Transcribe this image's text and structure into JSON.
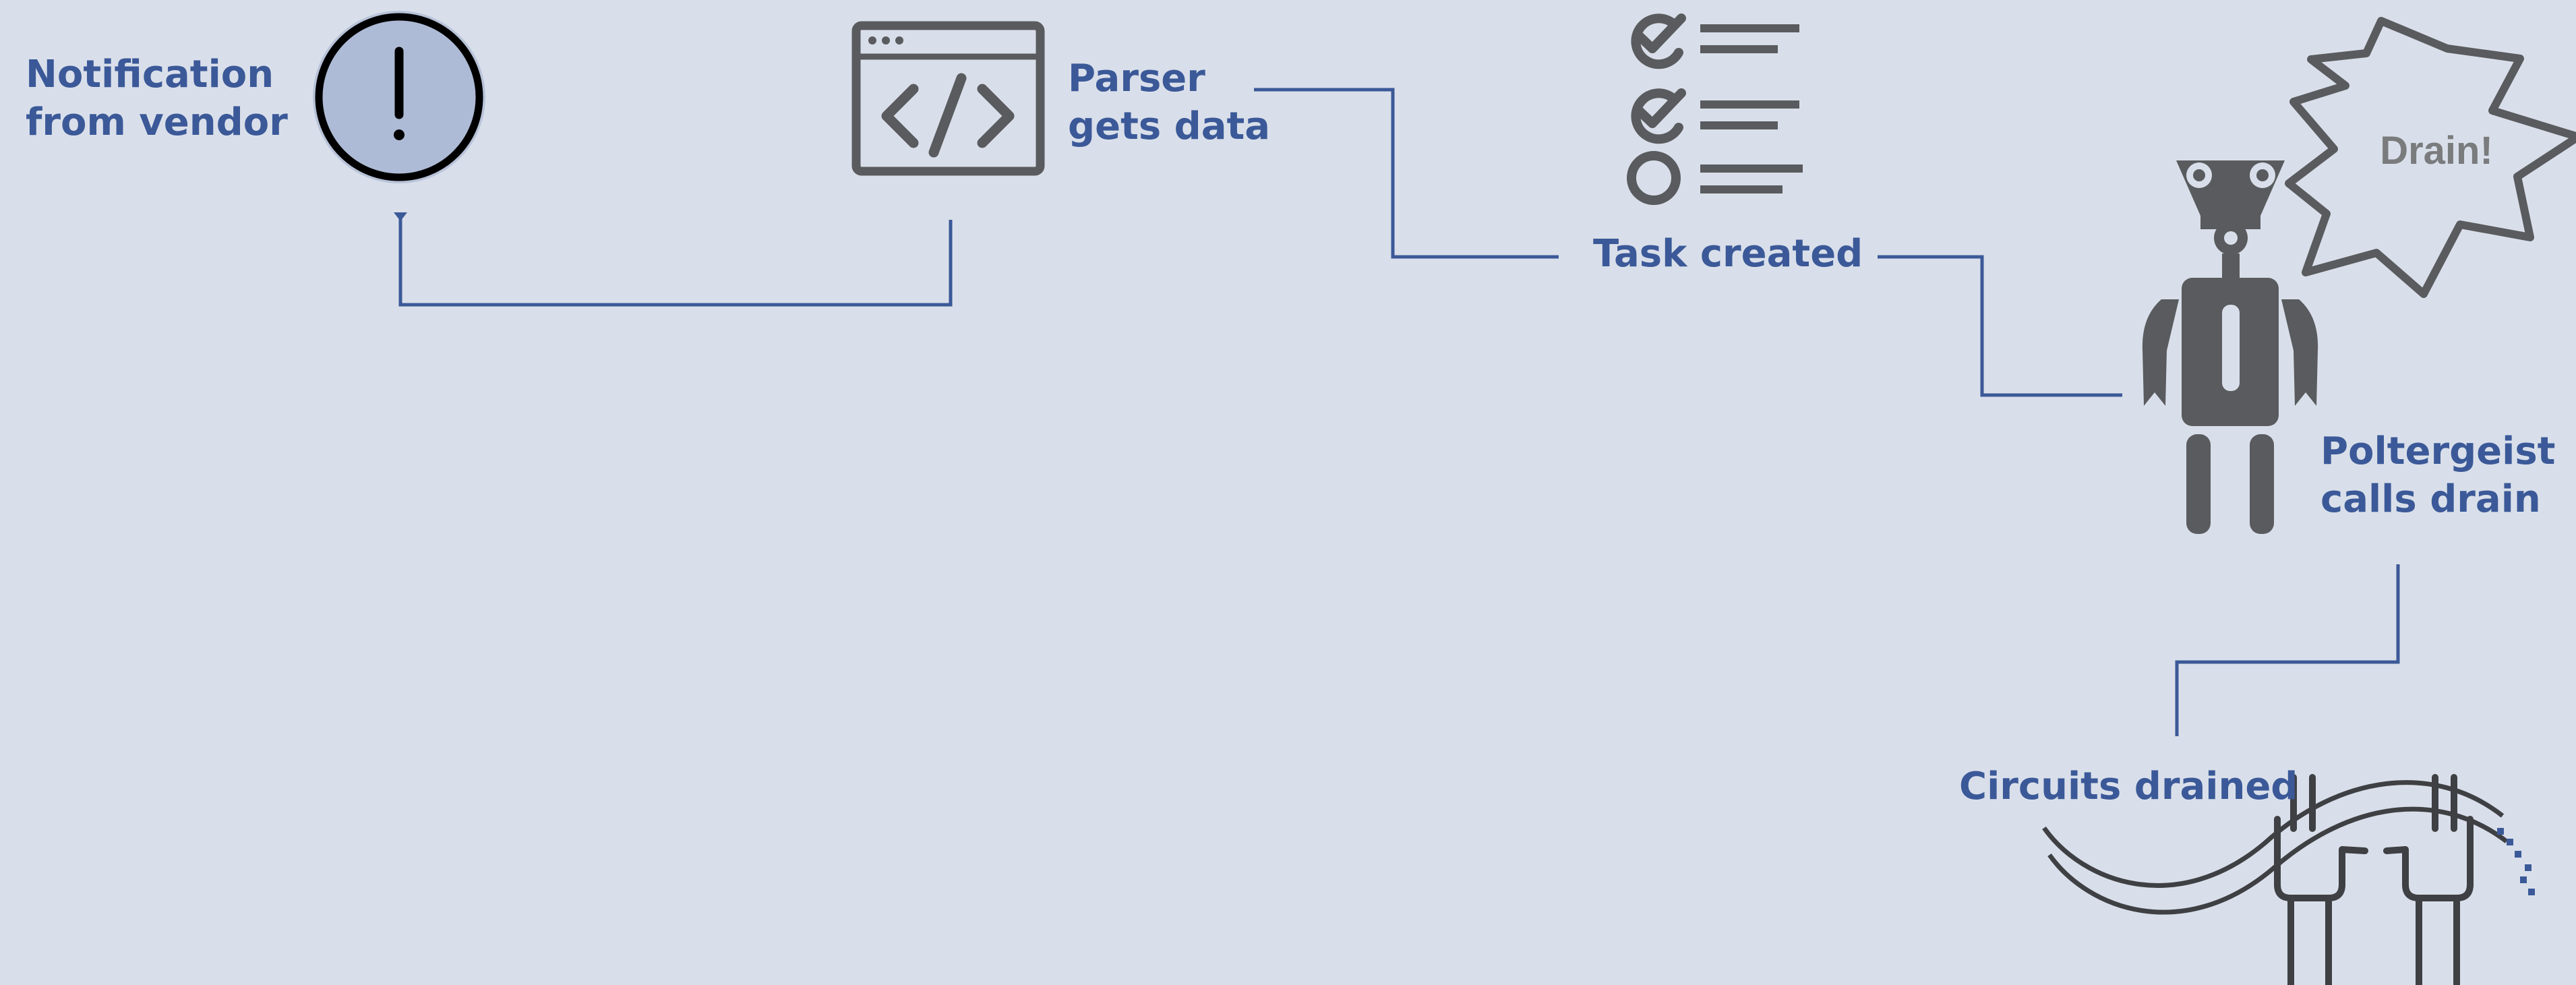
{
  "steps": {
    "notification": {
      "line1": "Notification",
      "line2": "from vendor",
      "icon": "alert-icon"
    },
    "parser": {
      "line1": "Parser",
      "line2": "gets data",
      "icon": "code-window-icon"
    },
    "task": {
      "label": "Task created",
      "icon": "checklist-icon"
    },
    "poltergeist": {
      "line1": "Poltergeist",
      "line2": "calls drain",
      "icon": "robot-icon",
      "bubble": "Drain!"
    },
    "circuits": {
      "label": "Circuits drained",
      "icon": "unplugged-cables-icon"
    }
  },
  "colors": {
    "background": "#d9dfea",
    "label": "#3b5998",
    "connector": "#3b5998",
    "icon": "#595b5e",
    "alert_fill": "#aebbd6"
  }
}
